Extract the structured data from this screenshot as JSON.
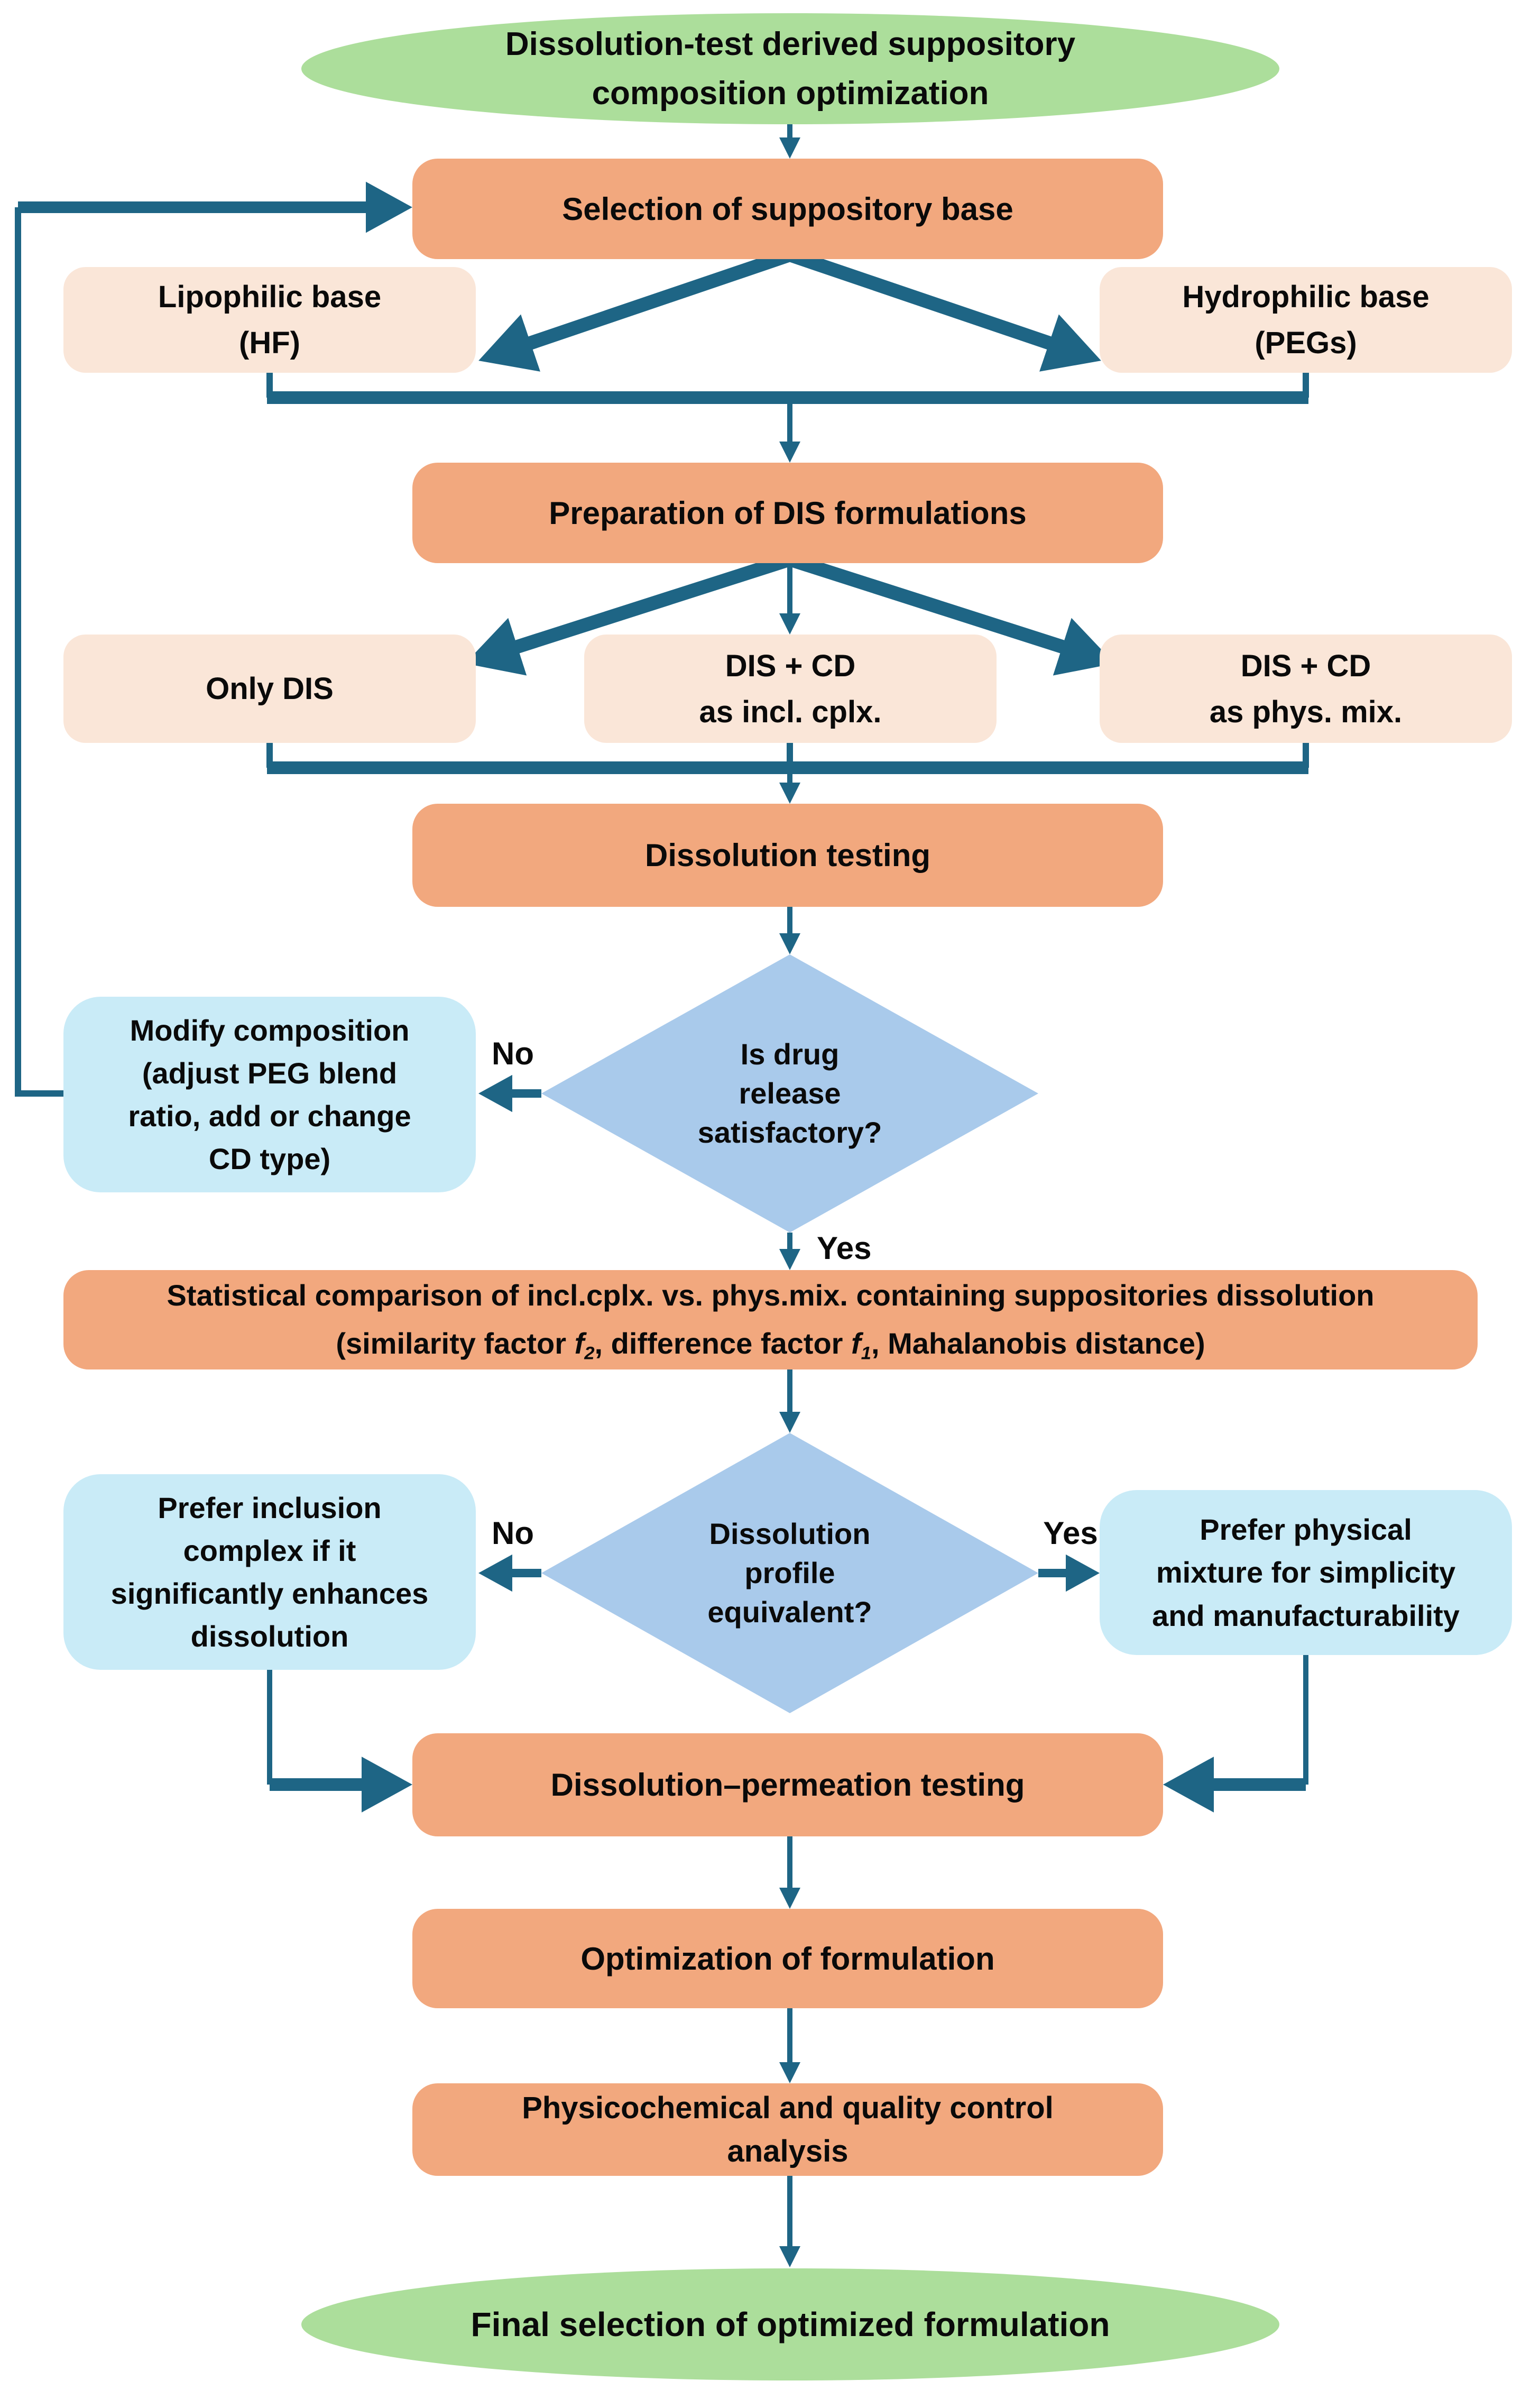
{
  "colors": {
    "process": "#F2A87E",
    "input": "#FAE6D8",
    "decision": "#A9CAEB",
    "action": "#C9EBF7",
    "terminal": "#ACDE9B",
    "arrow": "#1E6585",
    "text": "#0A0A0A",
    "background": "#FFFFFF"
  },
  "nodes": {
    "start": {
      "label": "Dissolution-test derived suppository\ncomposition optimization"
    },
    "selection": {
      "label": "Selection of suppository base"
    },
    "lipophilic": {
      "label": "Lipophilic base\n(HF)"
    },
    "hydrophilic": {
      "label": "Hydrophilic base\n(PEGs)"
    },
    "preparation": {
      "label": "Preparation of DIS formulations"
    },
    "only_dis": {
      "label": "Only DIS"
    },
    "incl_cplx": {
      "label": "DIS + CD\nas incl. cplx."
    },
    "phys_mix": {
      "label": "DIS + CD\nas phys. mix."
    },
    "dissolution_testing": {
      "label": "Dissolution testing"
    },
    "decision1": {
      "label": "Is drug\nrelease\nsatisfactory?"
    },
    "modify": {
      "label": "Modify composition\n(adjust PEG blend\nratio, add or change\nCD type)"
    },
    "statistical": {
      "line1": "Statistical comparison of incl.cplx. vs. phys.mix. containing suppositories dissolution",
      "line2_parts": {
        "p1": "(similarity factor ",
        "f2": "f",
        "s2": "2",
        "p2": ", difference factor ",
        "f1": "f",
        "s1": "1",
        "p3": ", Mahalanobis distance)"
      }
    },
    "decision2": {
      "label": "Dissolution\nprofile\nequivalent?"
    },
    "prefer_inclusion": {
      "label": "Prefer inclusion\ncomplex if it\nsignificantly enhances\ndissolution"
    },
    "prefer_physical": {
      "label": "Prefer physical\nmixture for simplicity\nand manufacturability"
    },
    "permeation": {
      "label": "Dissolution–permeation testing"
    },
    "optimization": {
      "label": "Optimization of formulation"
    },
    "qc": {
      "label": "Physicochemical and quality control\nanalysis"
    },
    "final": {
      "label": "Final selection of optimized formulation"
    }
  },
  "labels": {
    "decision1_no": "No",
    "decision1_yes": "Yes",
    "decision2_no": "No",
    "decision2_yes": "Yes"
  }
}
